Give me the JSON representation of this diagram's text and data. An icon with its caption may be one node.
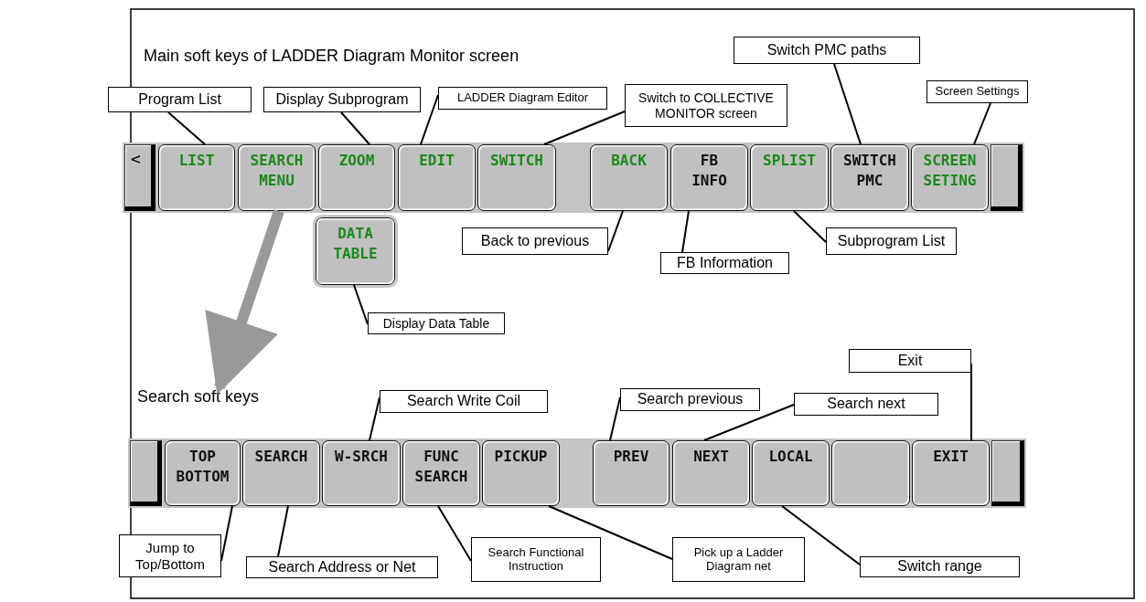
{
  "diagram": {
    "title": "Main soft keys of LADDER Diagram Monitor screen",
    "nodes": [
      {
        "text": [],
        "shape": "bar"
      },
      {
        "text": [
          "<"
        ],
        "in": 0
      },
      {
        "text": [
          "LIST"
        ],
        "in": 0
      },
      {
        "text": [
          "SEARCH MENU"
        ],
        "in": 0
      },
      {
        "text": [
          "ZOOM"
        ],
        "in": 0
      },
      {
        "text": [
          "EDIT"
        ],
        "in": 0
      },
      {
        "text": [
          "SWITCH"
        ],
        "in": 0
      },
      {
        "text": [
          "BACK"
        ],
        "in": 0
      },
      {
        "text": [
          "FB INFO"
        ],
        "in": 0
      },
      {
        "text": [
          "SPLIST"
        ],
        "in": 0
      },
      {
        "text": [
          "SWITCH PMC"
        ],
        "in": 0
      },
      {
        "text": [
          "SCREEN SETING"
        ],
        "in": 0
      },
      {
        "text": [],
        "shape": "box",
        "in": 0
      },
      {
        "text": [
          "DATA TABLE"
        ]
      },
      {
        "text": [],
        "shape": "bar"
      },
      {
        "text": [],
        "shape": "box",
        "in": 14
      },
      {
        "text": [
          "TOP BOTTOM"
        ],
        "in": 14
      },
      {
        "text": [
          "SEARCH"
        ],
        "in": 14
      },
      {
        "text": [
          "W-SRCH"
        ],
        "in": 14
      },
      {
        "text": [
          "FUNC SEARCH"
        ],
        "in": 14
      },
      {
        "text": [
          "PICKUP"
        ],
        "in": 14
      },
      {
        "text": [
          "PREV"
        ],
        "in": 14
      },
      {
        "text": [
          "NEXT"
        ],
        "in": 14
      },
      {
        "text": [
          "LOCAL"
        ],
        "in": 14
      },
      {
        "text": [],
        "shape": "box",
        "in": 14
      },
      {
        "text": [
          "EXIT"
        ],
        "in": 14
      },
      {
        "text": [],
        "shape": "box",
        "in": 14
      },
      {
        "text": [
          "Switch PMC paths"
        ]
      },
      {
        "text": [
          "Program List"
        ]
      },
      {
        "text": [
          "Display Subprogram"
        ]
      },
      {
        "text": [
          "LADDER Diagram Editor"
        ]
      },
      {
        "text": [
          "Switch to COLLECTIVE MONITOR screen"
        ]
      },
      {
        "text": [
          "Screen Settings"
        ]
      },
      {
        "text": [
          "Back to previous"
        ]
      },
      {
        "text": [
          "Subprogram List"
        ]
      },
      {
        "text": [
          "FB Information"
        ]
      },
      {
        "text": [
          "Display Data Table"
        ]
      },
      {
        "text": [
          "Exit"
        ]
      },
      {
        "text": [
          "Search Write Coil"
        ]
      },
      {
        "text": [
          "Search previous"
        ]
      },
      {
        "text": [
          "Search next"
        ]
      },
      {
        "text": [
          "Jump to Top/Bottom"
        ]
      },
      {
        "text": [
          "Search Address or Net"
        ]
      },
      {
        "text": [
          "Search Functional Instruction"
        ]
      },
      {
        "text": [
          "Pick up a Ladder Diagram net"
        ]
      },
      {
        "text": [
          "Switch range"
        ]
      },
      {
        "text": [
          "Search soft keys"
        ]
      }
    ],
    "edges": [
      {
        "from": 28,
        "to": 2,
        "arrow": "none"
      },
      {
        "from": 29,
        "to": 4,
        "arrow": "none"
      },
      {
        "from": 30,
        "to": 5,
        "arrow": "none"
      },
      {
        "from": 31,
        "to": 6,
        "arrow": "none"
      },
      {
        "from": 27,
        "to": 10,
        "arrow": "none"
      },
      {
        "from": 32,
        "to": 11,
        "arrow": "none"
      },
      {
        "from": 33,
        "to": 7,
        "arrow": "none"
      },
      {
        "from": 35,
        "to": 8,
        "arrow": "none"
      },
      {
        "from": 34,
        "to": 9,
        "arrow": "none"
      },
      {
        "from": 36,
        "to": 13,
        "arrow": "none"
      },
      {
        "from": 3,
        "to": 46,
        "arrow": "to",
        "style": "thick",
        "color": "#999999"
      },
      {
        "from": 38,
        "to": 18,
        "arrow": "none"
      },
      {
        "from": 39,
        "to": 21,
        "arrow": "none"
      },
      {
        "from": 40,
        "to": 22,
        "arrow": "none"
      },
      {
        "from": 37,
        "to": 25,
        "arrow": "none"
      },
      {
        "from": 41,
        "to": 16,
        "arrow": "none"
      },
      {
        "from": 42,
        "to": 17,
        "arrow": "none"
      },
      {
        "from": 43,
        "to": 19,
        "arrow": "none"
      },
      {
        "from": 44,
        "to": 20,
        "arrow": "none"
      },
      {
        "from": 45,
        "to": 23,
        "arrow": "none"
      }
    ]
  }
}
